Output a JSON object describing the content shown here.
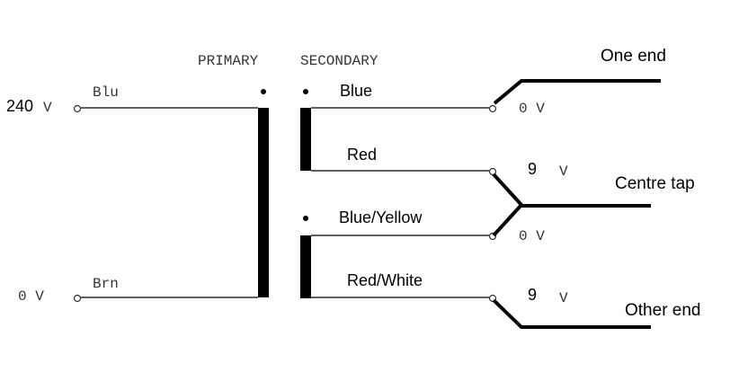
{
  "headers": {
    "primary": "PRIMARY",
    "secondary": "SECONDARY"
  },
  "primary": {
    "top_voltage_number": "240",
    "top_voltage_unit": "V",
    "top_wire": "Blu",
    "bottom_voltage": "0 V",
    "bottom_wire": "Brn"
  },
  "secondary": {
    "winding1": {
      "start_wire": "Blue",
      "start_voltage": "0 V",
      "end_wire": "Red",
      "end_voltage_number": "9",
      "end_voltage_unit": "V"
    },
    "winding2": {
      "start_wire": "Blue/Yellow",
      "start_voltage": "0 V",
      "end_wire": "Red/White",
      "end_voltage_number": "9",
      "end_voltage_unit": "V"
    }
  },
  "annotations": {
    "one_end": "One end",
    "centre_tap": "Centre tap",
    "other_end": "Other end"
  }
}
